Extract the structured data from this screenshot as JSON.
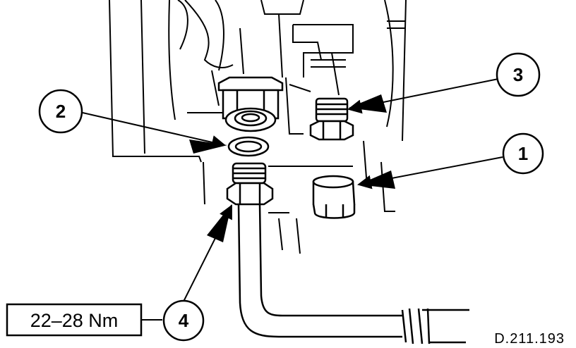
{
  "callouts": [
    {
      "id": "1",
      "label": "1"
    },
    {
      "id": "2",
      "label": "2"
    },
    {
      "id": "3",
      "label": "3"
    },
    {
      "id": "4",
      "label": "4"
    }
  ],
  "torque_spec": "22–28 Nm",
  "reference_code": "D.211.193",
  "colors": {
    "ink": "#000000",
    "paper": "#ffffff"
  }
}
